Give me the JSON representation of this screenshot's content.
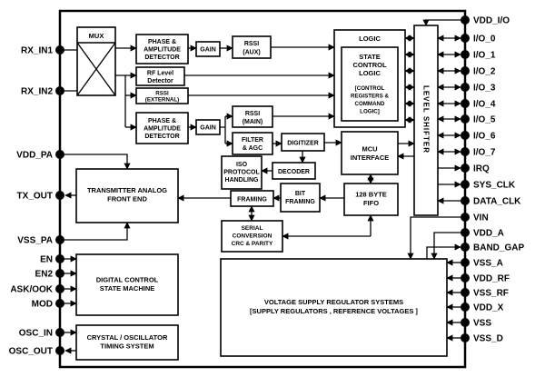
{
  "colors": {
    "ink": "#000000",
    "background": "#ffffff"
  },
  "pins": {
    "left": [
      "RX_IN1",
      "RX_IN2",
      "VDD_PA",
      "TX_OUT",
      "VSS_PA",
      "EN",
      "EN2",
      "ASK/OOK",
      "MOD",
      "OSC_IN",
      "OSC_OUT"
    ],
    "right": [
      "VDD_I/O",
      "I/O_0",
      "I/O_1",
      "I/O_2",
      "I/O_3",
      "I/O_4",
      "I/O_5",
      "I/O_6",
      "I/O_7",
      "IRQ",
      "SYS_CLK",
      "DATA_CLK",
      "VIN",
      "VDD_A",
      "BAND_GAP",
      "VSS_A",
      "VDD_RF",
      "VSS_RF",
      "VDD_X",
      "VSS",
      "VSS_D"
    ]
  },
  "blocks": {
    "mux": {
      "label": "MUX"
    },
    "phase_amp_detector_top": {
      "lines": [
        "PHASE &",
        "AMPLITUDE",
        "DETECTOR"
      ]
    },
    "gain_top": {
      "label": "GAIN"
    },
    "rssi_aux": {
      "lines": [
        "RSSI",
        "(AUX)"
      ]
    },
    "rf_level_detector": {
      "lines": [
        "RF Level",
        "Detector"
      ]
    },
    "rssi_external": {
      "lines": [
        "RSSI",
        "(EXTERNAL)"
      ]
    },
    "phase_amp_detector_bottom": {
      "lines": [
        "PHASE &",
        "AMPLITUDE",
        "DETECTOR"
      ]
    },
    "gain_bottom": {
      "label": "GAIN"
    },
    "rssi_main": {
      "lines": [
        "RSSI",
        "(MAIN)"
      ]
    },
    "filter_agc": {
      "lines": [
        "FILTER",
        "& AGC"
      ]
    },
    "digitizer": {
      "label": "DIGITIZER"
    },
    "logic": {
      "title": "LOGIC"
    },
    "state_control_logic": {
      "lines": [
        "STATE",
        "CONTROL",
        "LOGIC"
      ],
      "sub_lines": [
        "[CONTROL",
        "REGISTERS &",
        "COMMAND",
        "LOGIC]"
      ]
    },
    "mcu_interface": {
      "lines": [
        "MCU",
        "INTERFACE"
      ]
    },
    "level_shifter": {
      "label": "LEVEL SHIFTER"
    },
    "iso_protocol_handling": {
      "lines": [
        "ISO",
        "PROTOCOL",
        "HANDLING"
      ]
    },
    "decoder": {
      "label": "DECODER"
    },
    "framing": {
      "label": "FRAMING"
    },
    "bit_framing": {
      "lines": [
        "BIT",
        "FRAMING"
      ]
    },
    "fifo": {
      "lines": [
        "128 BYTE",
        "FIFO"
      ]
    },
    "serial_conversion": {
      "lines": [
        "SERIAL",
        "CONVERSION",
        "CRC & PARITY"
      ]
    },
    "transmitter_analog_front_end": {
      "lines": [
        "TRANSMITTER ANALOG",
        "FRONT END"
      ]
    },
    "digital_control_state_machine": {
      "lines": [
        "DIGITAL CONTROL",
        "STATE MACHINE"
      ]
    },
    "crystal_oscillator": {
      "lines": [
        "CRYSTAL / OSCILLATOR",
        "TIMING SYSTEM"
      ]
    },
    "voltage_regulators": {
      "lines": [
        "VOLTAGE SUPPLY REGULATOR SYSTEMS",
        "[SUPPLY REGULATORS , REFERENCE VOLTAGES ]"
      ]
    }
  }
}
